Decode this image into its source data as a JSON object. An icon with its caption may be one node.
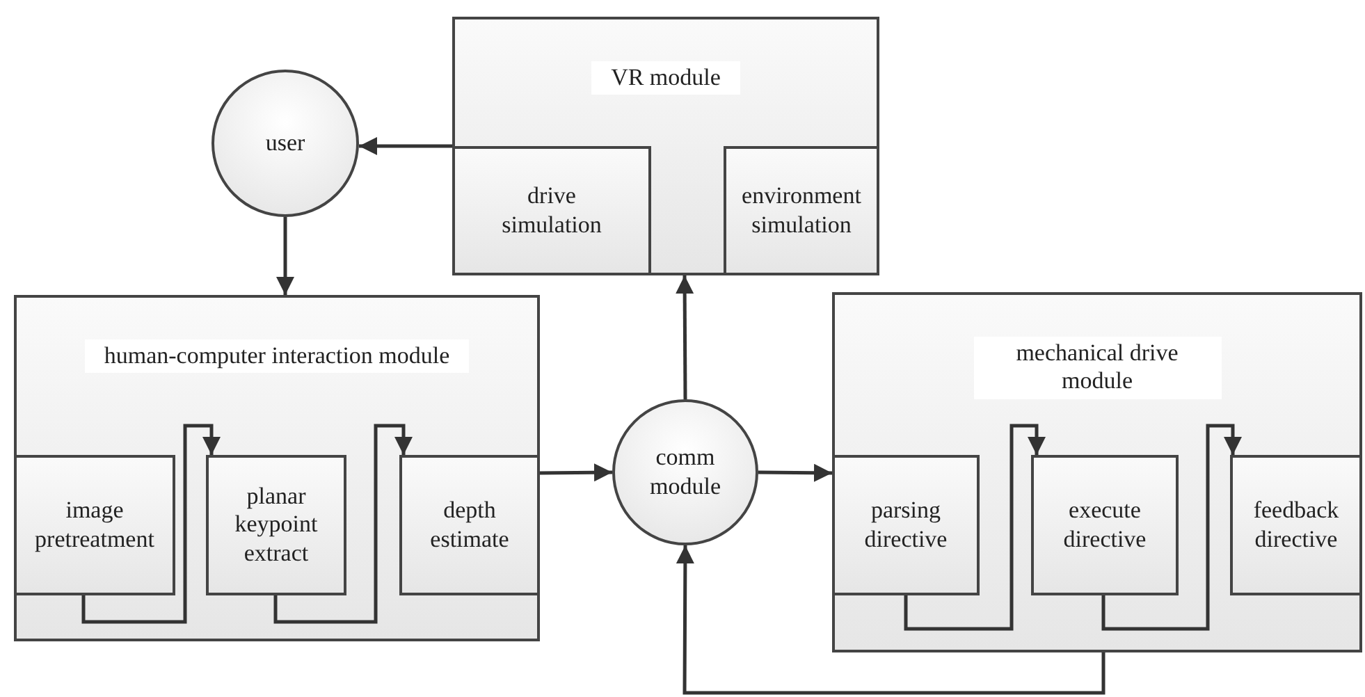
{
  "diagram": {
    "nodes": [
      {
        "text": [
          "user"
        ]
      },
      {
        "text": [
          "VR module"
        ]
      },
      {
        "text": [
          "drive simulation"
        ],
        "in": 1
      },
      {
        "text": [
          "environment simulation"
        ],
        "in": 1
      },
      {
        "text": [
          "human-computer interaction module"
        ]
      },
      {
        "text": [
          "image pretreatment"
        ],
        "in": 4
      },
      {
        "text": [
          "planar keypoint extract"
        ],
        "in": 4
      },
      {
        "text": [
          "depth estimate"
        ],
        "in": 4
      },
      {
        "text": [
          "comm module"
        ]
      },
      {
        "text": [
          "mechanical drive module"
        ]
      },
      {
        "text": [
          "parsing directive"
        ],
        "in": 9
      },
      {
        "text": [
          "execute directive"
        ],
        "in": 9
      },
      {
        "text": [
          "feedback directive"
        ],
        "in": 9
      }
    ],
    "edges": [
      {
        "from": 1,
        "to": 0,
        "arrow": "to"
      },
      {
        "from": 0,
        "to": 4,
        "arrow": "to"
      },
      {
        "from": 5,
        "to": 6,
        "arrow": "to"
      },
      {
        "from": 6,
        "to": 7,
        "arrow": "to"
      },
      {
        "from": 4,
        "to": 8,
        "arrow": "to"
      },
      {
        "from": 8,
        "to": 1,
        "arrow": "to"
      },
      {
        "from": 8,
        "to": 9,
        "arrow": "to"
      },
      {
        "from": 10,
        "to": 11,
        "arrow": "to"
      },
      {
        "from": 11,
        "to": 12,
        "arrow": "to"
      },
      {
        "from": 9,
        "to": 8,
        "arrow": "to"
      }
    ]
  }
}
